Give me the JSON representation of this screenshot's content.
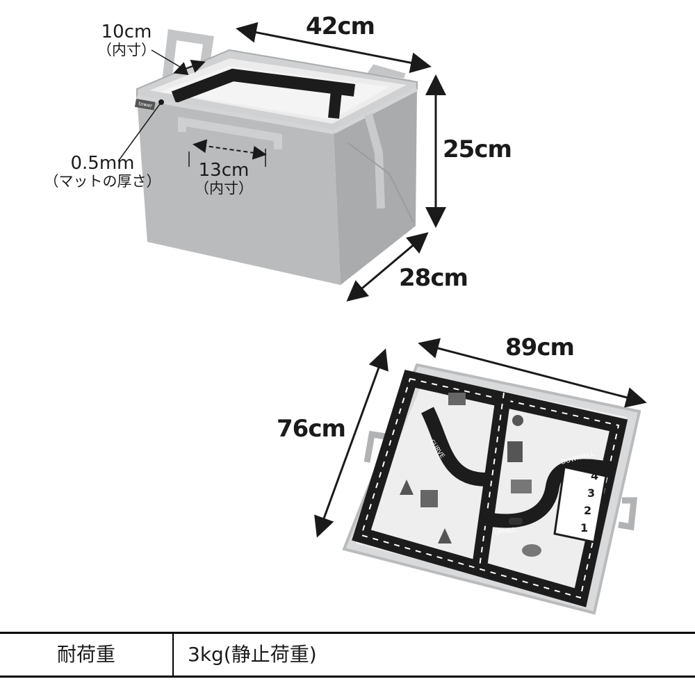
{
  "box": {
    "width_label": "42cm",
    "height_label": "25cm",
    "depth_label": "28cm",
    "handle_inner_width": {
      "value": "10cm",
      "note": "（内寸）"
    },
    "front_handle_inner_width": {
      "value": "13cm",
      "note": "（内寸）"
    },
    "mat_thickness": {
      "value": "0.5mm",
      "note": "（マットの厚さ）"
    },
    "brand_logo": "tower",
    "colors": {
      "fabric": "#b9bbbc",
      "fabric_dark": "#9c9ea0",
      "road": "#1c1c1c"
    }
  },
  "mat": {
    "width_label": "89cm",
    "depth_label": "76cm",
    "road_texts": [
      "CURVE",
      "DOWNHILL",
      "UPHILL"
    ],
    "parking_numbers": [
      "1",
      "2",
      "3",
      "4"
    ]
  },
  "spec_table": {
    "header": "耐荷重",
    "value": "3kg(静止荷重)"
  }
}
